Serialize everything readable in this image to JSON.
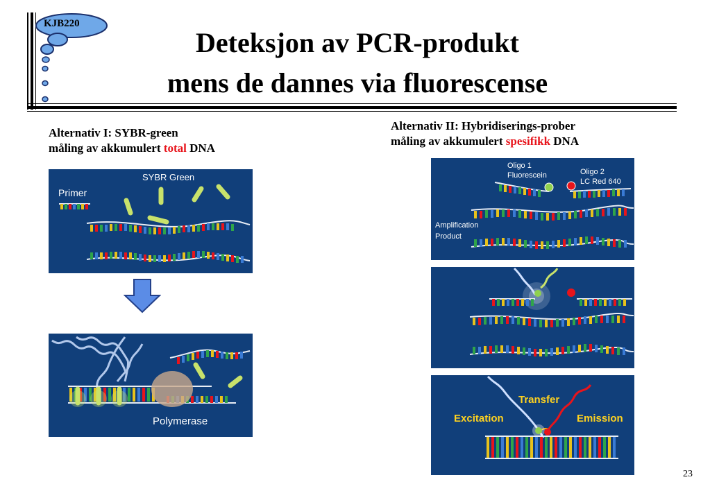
{
  "course_label": "KJB220",
  "title_line1": "Deteksjon av PCR-produkt",
  "title_line2": "mens de dannes via fluorescense",
  "alt1": {
    "line1": "Alternativ I: SYBR-green",
    "line2_prefix": "måling av akkumulert ",
    "line2_highlight": "total",
    "line2_suffix": " DNA",
    "panel_top": {
      "label_sybr": "SYBR Green",
      "label_primer": "Primer"
    },
    "panel_bottom": {
      "label_polymerase": "Polymerase"
    }
  },
  "alt2": {
    "line1": "Alternativ II: Hybridiserings-prober",
    "line2_prefix": "måling av akkumulert ",
    "line2_highlight": "spesifikk",
    "line2_suffix": " DNA",
    "panel1": {
      "oligo1_line1": "Oligo 1",
      "oligo1_line2": "Fluorescein",
      "oligo2_line1": "Oligo 2",
      "oligo2_line2": "LC Red 640",
      "amp_line1": "Amplification",
      "amp_line2": "Product"
    },
    "panel3": {
      "transfer": "Transfer",
      "excitation": "Excitation",
      "emission": "Emission"
    }
  },
  "slide_number": "23",
  "colors": {
    "panel_bg": "#113f7a",
    "highlight": "#e8141b",
    "arrow": "#5b8ce6",
    "bullet": "#6fa8e8",
    "sybr_glow": "#c8e26b"
  },
  "icons": [
    "bullet-ellipse",
    "down-arrow"
  ]
}
